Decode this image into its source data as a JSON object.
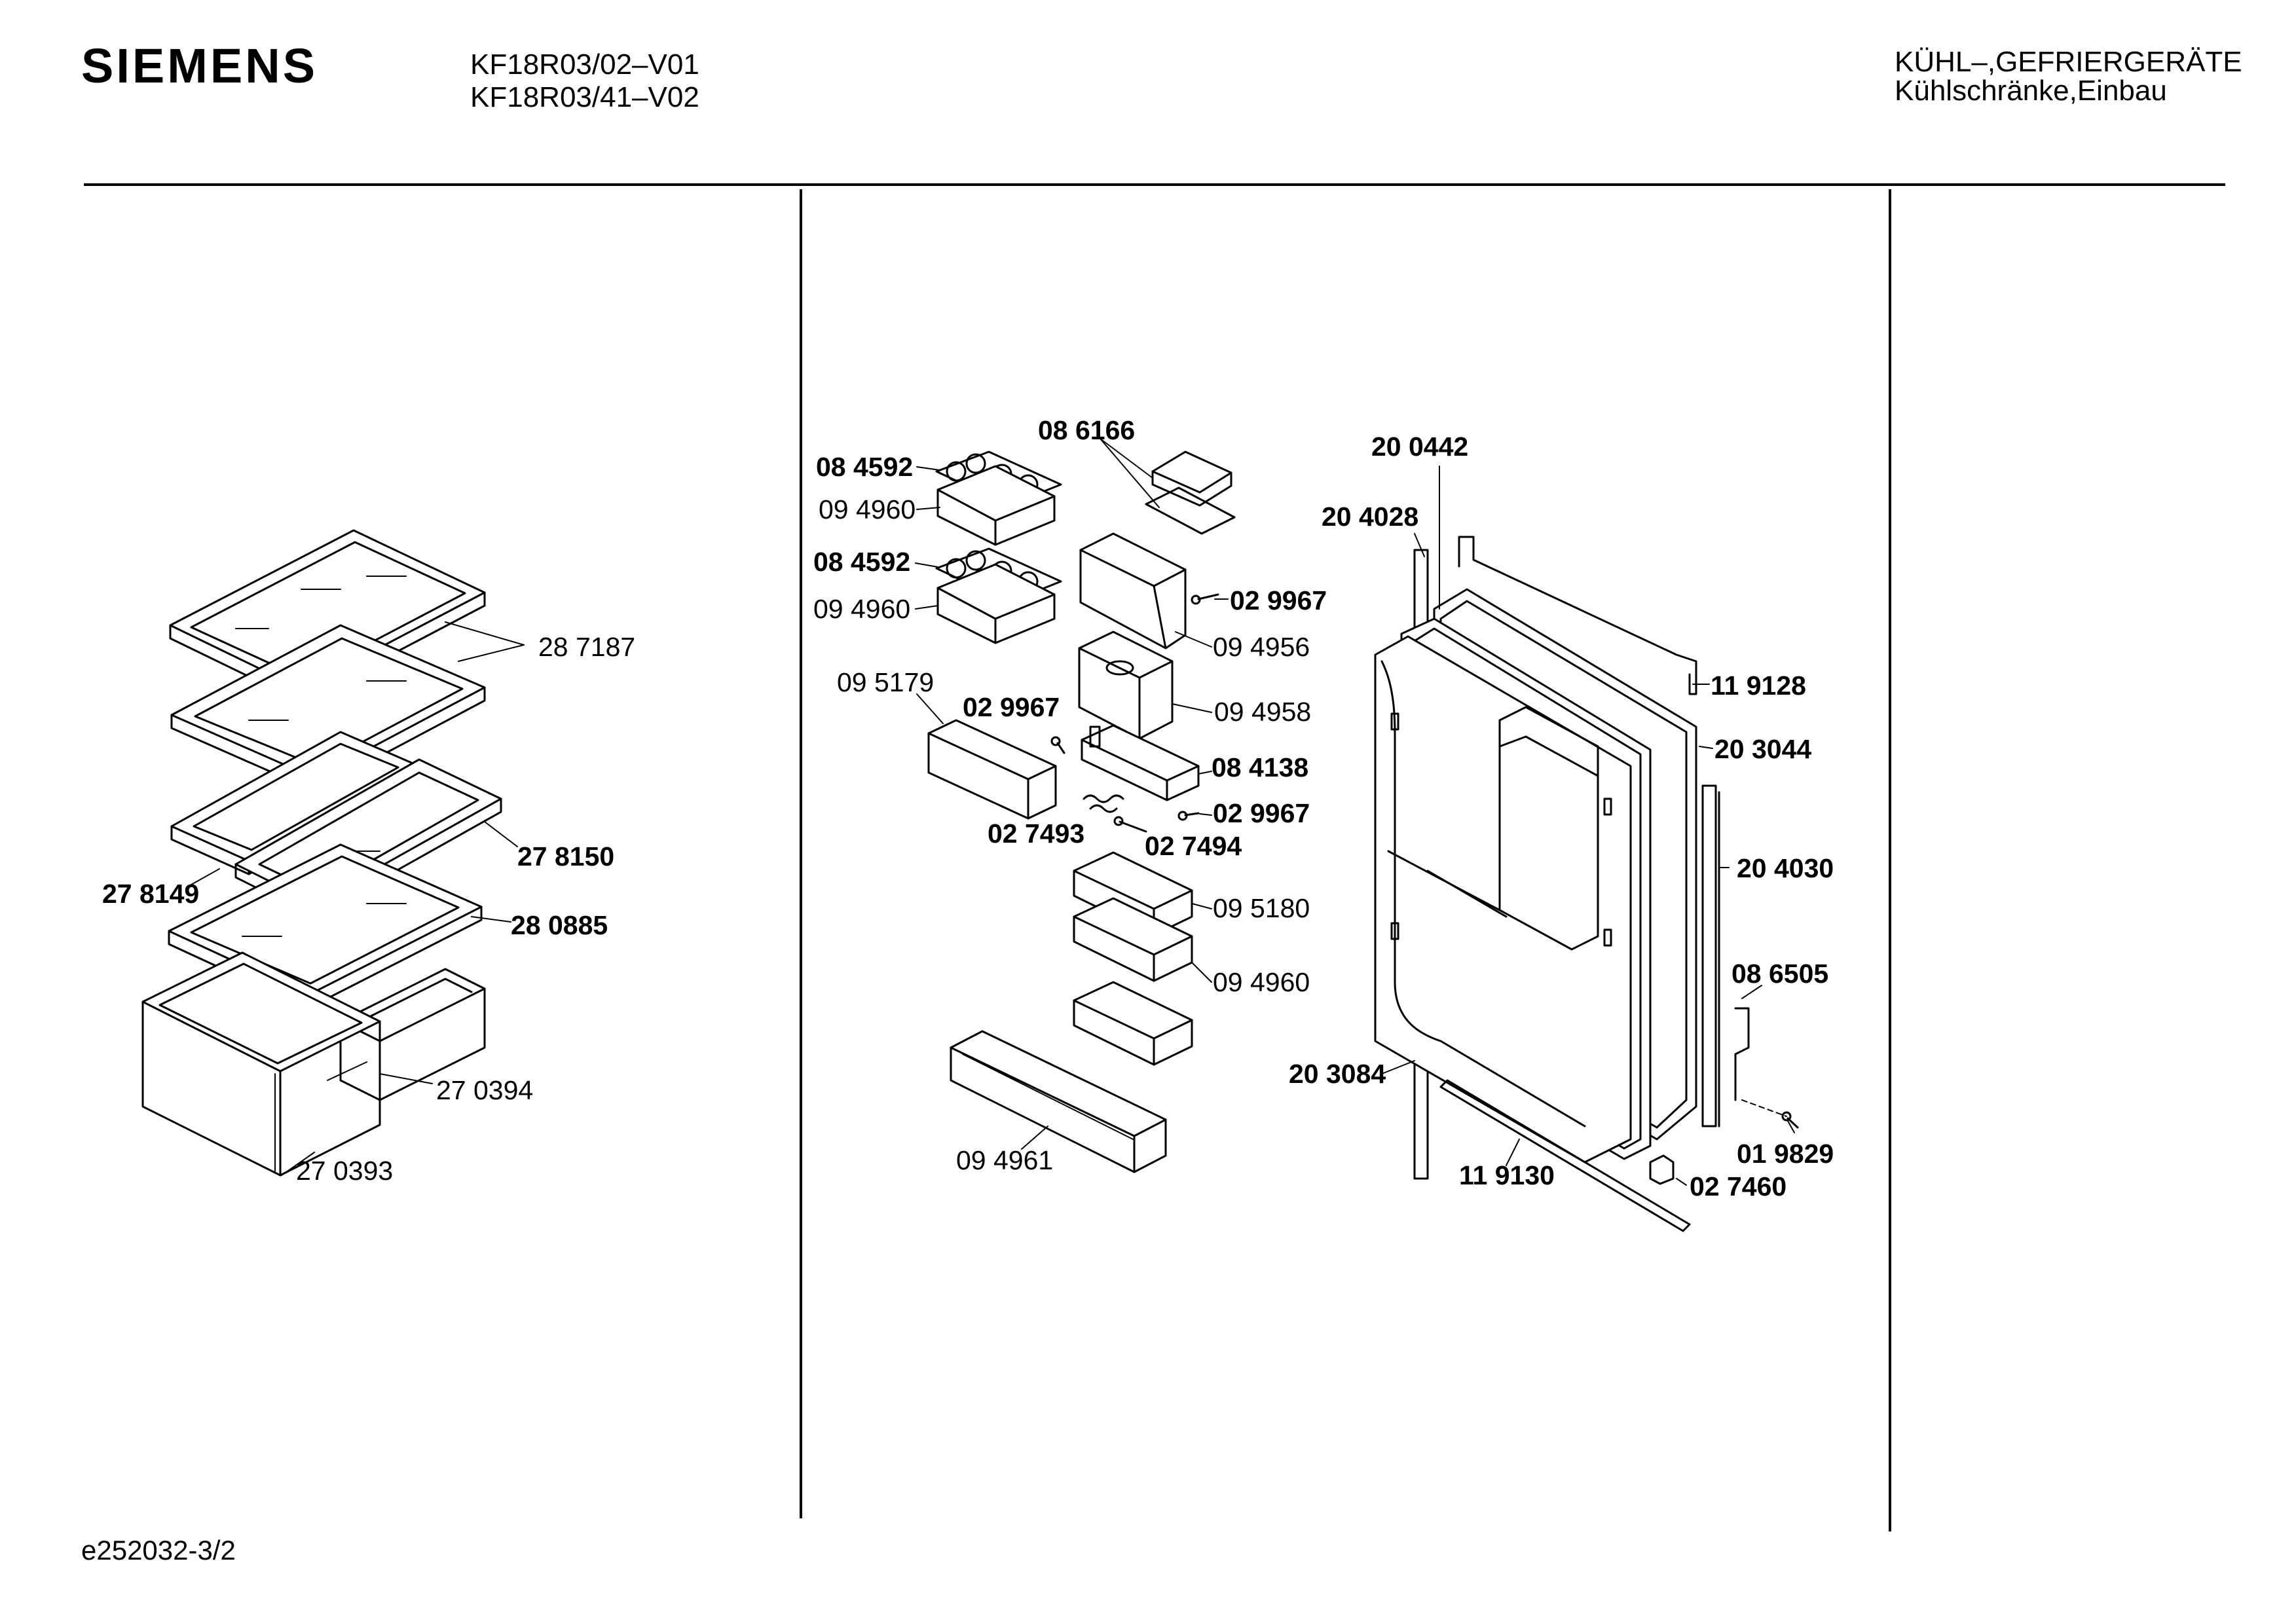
{
  "header": {
    "brand": "SIEMENS",
    "models": [
      "KF18R03/02–V01",
      "KF18R03/41–V02"
    ],
    "category": [
      "KÜHL–,GEFRIERGERÄTE",
      "Kühlschränke,Einbau"
    ]
  },
  "footer": {
    "doc_id": "e252032-3/2"
  },
  "parts": {
    "left": [
      {
        "text": "28 7187",
        "bold": false
      },
      {
        "text": "27 8150",
        "bold": true
      },
      {
        "text": "27 8149",
        "bold": true
      },
      {
        "text": "28 0885",
        "bold": true
      },
      {
        "text": "27 0394",
        "bold": false
      },
      {
        "text": "27 0393",
        "bold": false
      }
    ],
    "middle": [
      {
        "text": "08 6166",
        "bold": true
      },
      {
        "text": "08 4592",
        "bold": true
      },
      {
        "text": "09 4960",
        "bold": false
      },
      {
        "text": "08 4592",
        "bold": true
      },
      {
        "text": "09 4960",
        "bold": false
      },
      {
        "text": "02 9967",
        "bold": true
      },
      {
        "text": "09 4956",
        "bold": false
      },
      {
        "text": "09 5179",
        "bold": false
      },
      {
        "text": "09 4958",
        "bold": false
      },
      {
        "text": "02 9967",
        "bold": true
      },
      {
        "text": "08 4138",
        "bold": true
      },
      {
        "text": "02 9967",
        "bold": true
      },
      {
        "text": "02 7493",
        "bold": true
      },
      {
        "text": "02 7494",
        "bold": true
      },
      {
        "text": "09 5180",
        "bold": false
      },
      {
        "text": "09 4960",
        "bold": false
      },
      {
        "text": "09 4961",
        "bold": false
      }
    ],
    "right": [
      {
        "text": "20 0442",
        "bold": true
      },
      {
        "text": "20 4028",
        "bold": true
      },
      {
        "text": "11 9128",
        "bold": true
      },
      {
        "text": "20 3044",
        "bold": true
      },
      {
        "text": "20 4030",
        "bold": true
      },
      {
        "text": "08 6505",
        "bold": true
      },
      {
        "text": "20 3084",
        "bold": true
      },
      {
        "text": "01 9829",
        "bold": true
      },
      {
        "text": "11 9130",
        "bold": true
      },
      {
        "text": "02 7460",
        "bold": true
      }
    ]
  }
}
